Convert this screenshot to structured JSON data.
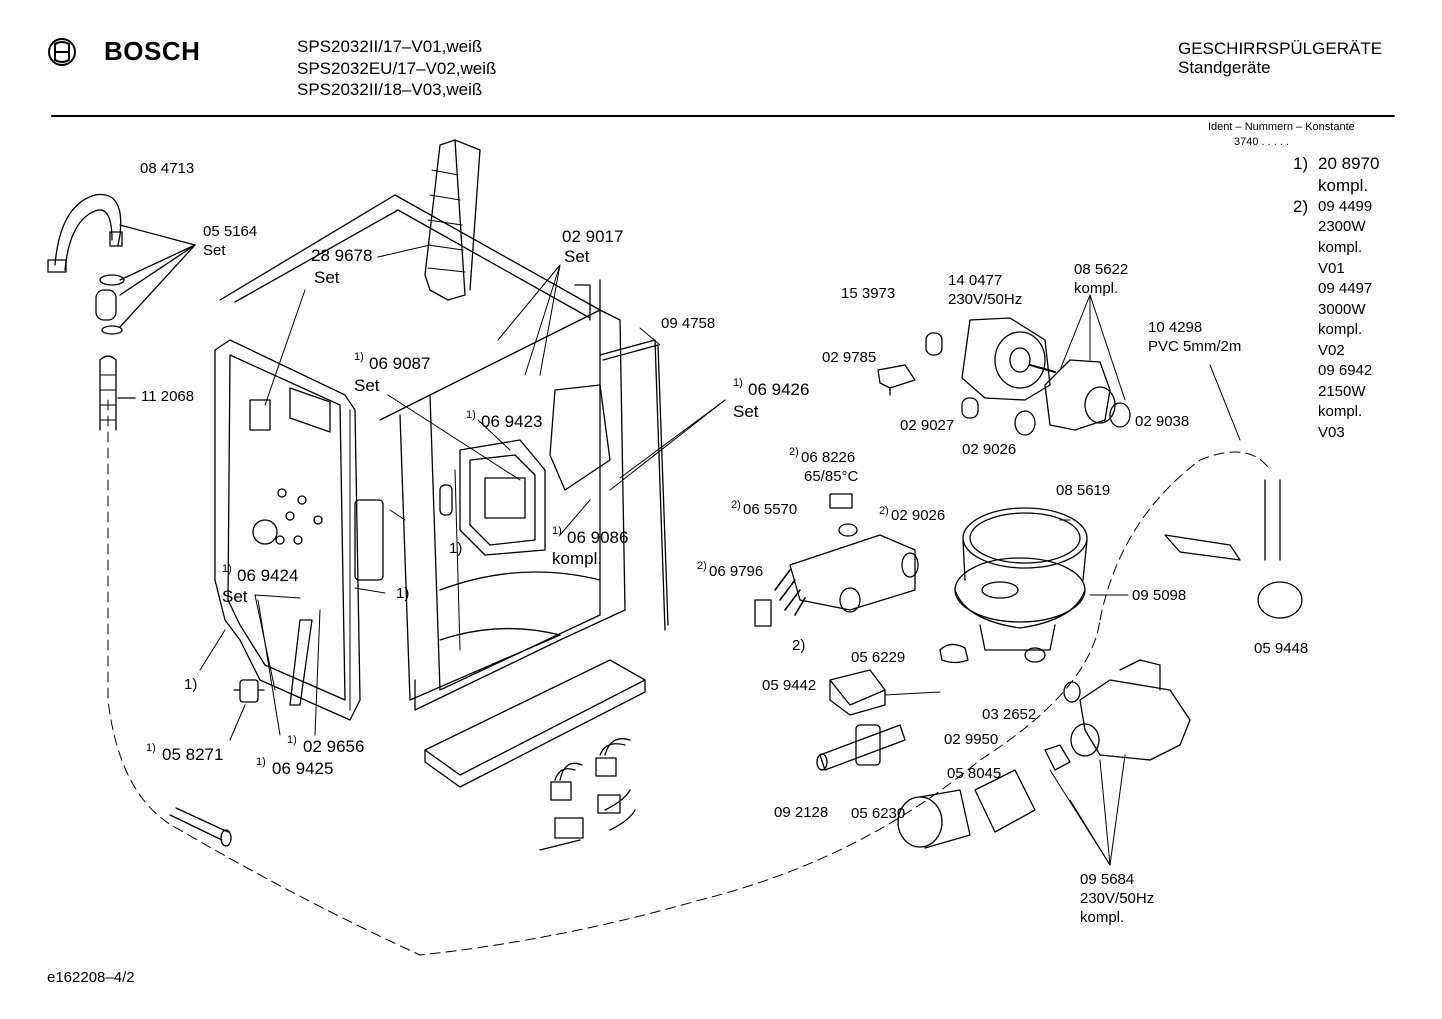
{
  "header": {
    "brand": "BOSCH",
    "models": [
      "SPS2032II/17–V01,weiß",
      "SPS2032EU/17–V02,weiß",
      "SPS2032II/18–V03,weiß"
    ],
    "category": "GESCHIRRSPÜLGERÄTE",
    "subcategory": "Standgeräte"
  },
  "ident": {
    "title": "Ident – Nummern – Konstante",
    "code": "3740 . . . . .",
    "variants": [
      {
        "ref": "1)",
        "lines": [
          "20 8970",
          "kompl."
        ]
      },
      {
        "ref": "2)",
        "lines": [
          "09 4499",
          "2300W",
          "kompl.",
          "V01",
          "09 4497",
          "3000W",
          "kompl.",
          "V02",
          "09 6942",
          "2150W",
          "kompl.",
          "V03"
        ]
      }
    ]
  },
  "parts": {
    "p084713": "08 4713",
    "p055164": "05 5164",
    "p055164_set": "Set",
    "p112068": "11 2068",
    "p289678": "28 9678",
    "p289678_set": "Set",
    "p029017": "02 9017",
    "p029017_set": "Set",
    "p094758": "09 4758",
    "p069087_ref": "1)",
    "p069087": "06 9087",
    "p069087_set": "Set",
    "p069423_ref": "1)",
    "p069423": "06 9423",
    "p069426_ref": "1)",
    "p069426": "06 9426",
    "p069426_set": "Set",
    "p069086_ref": "1)",
    "p069086": "06 9086",
    "p069086_kompl": "kompl.",
    "ref1_a": "1)",
    "ref1_b": "1)",
    "ref1_c": "1)",
    "p069424_ref": "1)",
    "p069424": "06 9424",
    "p069424_set": "Set",
    "p058271_ref": "1)",
    "p058271": "05 8271",
    "p029656_ref": "1)",
    "p029656": "02 9656",
    "p069425_ref": "1)",
    "p069425": "06 9425",
    "p153973": "15 3973",
    "p140477": "14 0477",
    "p140477_v": "230V/50Hz",
    "p085622": "08 5622",
    "p085622_kompl": "kompl.",
    "p029785": "02 9785",
    "p029027": "02 9027",
    "p029026a": "02 9026",
    "p029038": "02 9038",
    "p104298": "10 4298",
    "p104298_pvc": "PVC 5mm/2m",
    "p068226_ref": "2)",
    "p068226": "06 8226",
    "p068226_t": "65/85°C",
    "p065570_ref": "2)",
    "p065570": "06 5570",
    "p029026b_ref": "2)",
    "p029026b": "02 9026",
    "p085619": "08 5619",
    "p069796_ref": "2)",
    "p069796": "06 9796",
    "ref2": "2)",
    "p095098": "09 5098",
    "p059448": "05 9448",
    "p056229": "05 6229",
    "p059442": "05 9442",
    "p032652": "03 2652",
    "p029950": "02 9950",
    "p058045": "05 8045",
    "p092128": "09 2128",
    "p056230": "05 6230",
    "p095684": "09 5684",
    "p095684_v": "230V/50Hz",
    "p095684_kompl": "kompl."
  },
  "footer": {
    "doc_id": "e162208–4/2"
  }
}
